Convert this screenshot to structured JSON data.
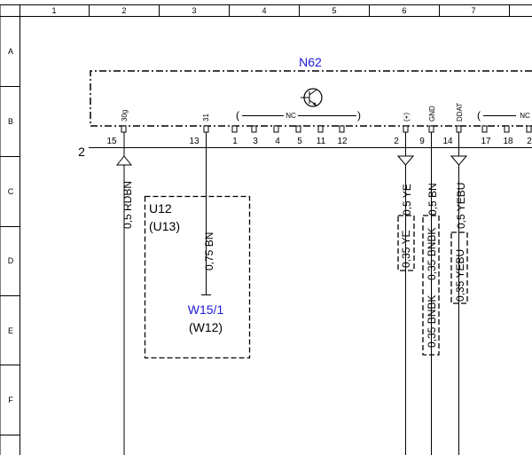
{
  "frame": {
    "columns": [
      "1",
      "2",
      "3",
      "4",
      "5",
      "6",
      "7"
    ],
    "rows": [
      "A",
      "B",
      "C",
      "D",
      "E",
      "F"
    ]
  },
  "component": {
    "name": "N62",
    "side_number": "2",
    "nc_label": "NC",
    "pin_labels": {
      "p15": "30g",
      "p13": "31",
      "p2": "(+)",
      "p9": "GND",
      "p14": "DDAT"
    },
    "pins": {
      "p15": "15",
      "p13": "13",
      "p1": "1",
      "p3": "3",
      "p4": "4",
      "p5": "5",
      "p11": "11",
      "p12": "12",
      "p2": "2",
      "p9": "9",
      "p14": "14",
      "p17": "17",
      "p18": "18",
      "p2b": "2"
    }
  },
  "wires": {
    "w15": "0,5 RDBN",
    "w13": "0,75 BN",
    "w2_upper": "0,5 YE",
    "w2_lower": "0,35 YE",
    "w9_upper": "0,5 BN",
    "w9_lower": "0,35 BNBK",
    "w9_lower2": "0,35 BNBK",
    "w14_upper": "0,5 YEBU",
    "w14_lower": "0,35 YEBU"
  },
  "boxes": {
    "u12_name": "U12",
    "u12_alt": "(U13)",
    "ground_name": "W15/1",
    "ground_alt": "(W12)"
  }
}
